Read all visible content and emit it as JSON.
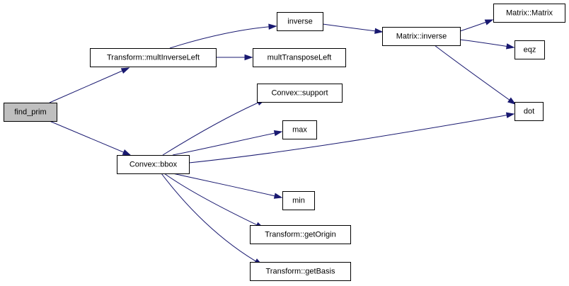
{
  "nodes": [
    {
      "id": "find_prim",
      "label": "find_prim",
      "root": true
    },
    {
      "id": "multInverseLeft",
      "label": "Transform::multInverseLeft"
    },
    {
      "id": "bbox",
      "label": "Convex::bbox"
    },
    {
      "id": "inverse",
      "label": "inverse"
    },
    {
      "id": "multTransposeLeft",
      "label": "multTransposeLeft"
    },
    {
      "id": "matrix_inverse",
      "label": "Matrix::inverse"
    },
    {
      "id": "matrix_matrix",
      "label": "Matrix::Matrix"
    },
    {
      "id": "eqz",
      "label": "eqz"
    },
    {
      "id": "dot",
      "label": "dot"
    },
    {
      "id": "support",
      "label": "Convex::support"
    },
    {
      "id": "max",
      "label": "max"
    },
    {
      "id": "min",
      "label": "min"
    },
    {
      "id": "getOrigin",
      "label": "Transform::getOrigin"
    },
    {
      "id": "getBasis",
      "label": "Transform::getBasis"
    }
  ],
  "edges": [
    {
      "from": "find_prim",
      "to": "multInverseLeft"
    },
    {
      "from": "find_prim",
      "to": "bbox"
    },
    {
      "from": "multInverseLeft",
      "to": "inverse"
    },
    {
      "from": "multInverseLeft",
      "to": "multTransposeLeft"
    },
    {
      "from": "inverse",
      "to": "matrix_inverse"
    },
    {
      "from": "matrix_inverse",
      "to": "matrix_matrix"
    },
    {
      "from": "matrix_inverse",
      "to": "eqz"
    },
    {
      "from": "matrix_inverse",
      "to": "dot"
    },
    {
      "from": "bbox",
      "to": "support"
    },
    {
      "from": "bbox",
      "to": "max"
    },
    {
      "from": "bbox",
      "to": "dot"
    },
    {
      "from": "bbox",
      "to": "min"
    },
    {
      "from": "bbox",
      "to": "getOrigin"
    },
    {
      "from": "bbox",
      "to": "getBasis"
    }
  ],
  "colors": {
    "edge": "#191970",
    "root_fill": "#bfbfbf",
    "node_fill": "#ffffff",
    "border": "#000000"
  }
}
